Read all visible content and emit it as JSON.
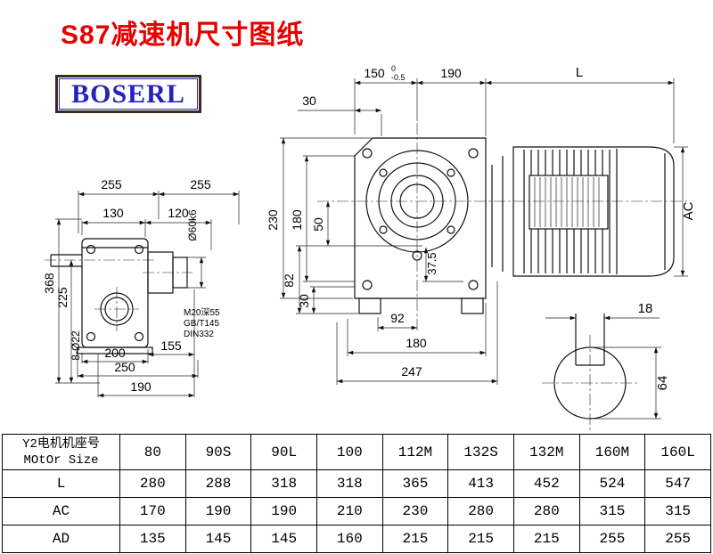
{
  "title": "S87减速机尺寸图纸",
  "logo": "BOSERL",
  "accent_colors": {
    "title_red": "#e60000",
    "logo_blue": "#2323bb",
    "line_black": "#111111"
  },
  "side_view": {
    "dim_255_left": "255",
    "dim_255_right": "255",
    "dim_130": "130",
    "dim_120": "120",
    "dim_368": "368",
    "dim_225": "225",
    "dim_8_holes": "8-Ø22",
    "dim_200": "200",
    "dim_155": "155",
    "dim_250": "250",
    "dim_190": "190",
    "dim_shaft": "Ø60k6",
    "note_line1": "M20深55",
    "note_line2": "GB/T145",
    "note_line3": "DIN332"
  },
  "front_view": {
    "dim_150": "150",
    "tol_upper": "0",
    "tol_lower": "-0.5",
    "dim_190": "190",
    "dim_L": "L",
    "dim_30_top": "30",
    "dim_230": "230",
    "dim_180_left": "180",
    "dim_50": "50",
    "dim_82": "82",
    "dim_30_bottom": "30",
    "dim_37_5": "37.5",
    "dim_92": "92",
    "dim_180_bottom": "180",
    "dim_247": "247",
    "dim_AC": "AC"
  },
  "shaft_view": {
    "dim_18": "18",
    "dim_64": "64"
  },
  "table": {
    "header_col1_line1": "Y2电机机座号",
    "header_col1_line2": "MOtOr Size",
    "size_columns": [
      "80",
      "90S",
      "90L",
      "100",
      "112M",
      "132S",
      "132M",
      "160M",
      "160L"
    ],
    "rows": [
      {
        "label": "L",
        "values": [
          "280",
          "288",
          "318",
          "318",
          "365",
          "413",
          "452",
          "524",
          "547"
        ]
      },
      {
        "label": "AC",
        "values": [
          "170",
          "190",
          "190",
          "210",
          "230",
          "280",
          "280",
          "315",
          "315"
        ]
      },
      {
        "label": "AD",
        "values": [
          "135",
          "145",
          "145",
          "160",
          "215",
          "215",
          "215",
          "255",
          "255"
        ]
      }
    ]
  }
}
